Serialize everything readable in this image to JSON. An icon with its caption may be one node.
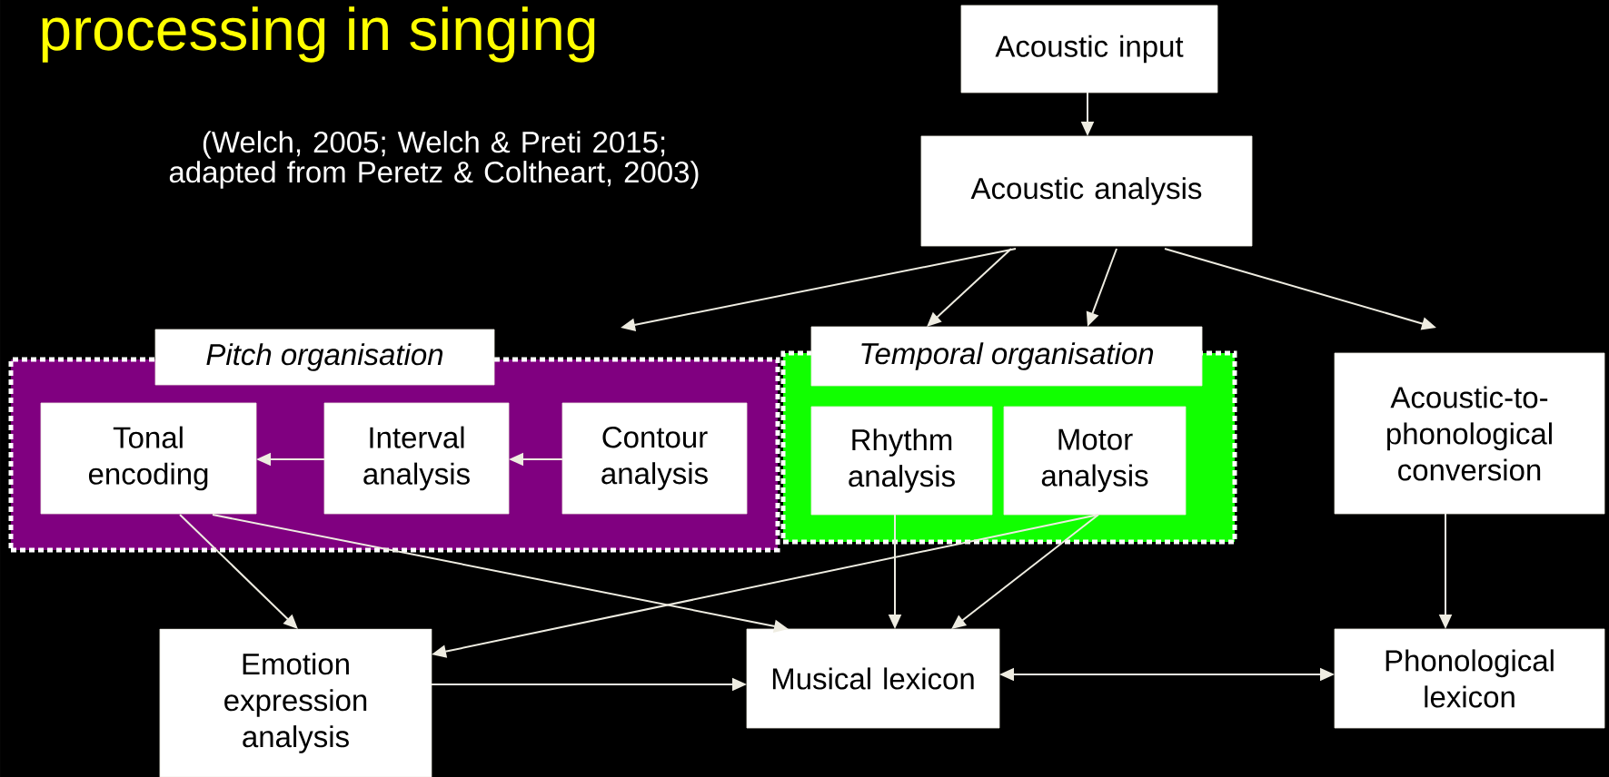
{
  "diagram": {
    "title": "processing in singing",
    "nodes": [
      {
        "text": [
          "Acoustic input"
        ]
      },
      {
        "text": [
          "Acoustic analysis"
        ]
      },
      {
        "text": [
          "Pitch organisation"
        ]
      },
      {
        "text": [
          "Tonal encoding"
        ],
        "in": 2
      },
      {
        "text": [
          "Interval analysis"
        ],
        "in": 2
      },
      {
        "text": [
          "Contour analysis"
        ],
        "in": 2
      },
      {
        "text": [
          "Temporal organisation"
        ]
      },
      {
        "text": [
          "Rhythm analysis"
        ],
        "in": 6
      },
      {
        "text": [
          "Motor analysis"
        ],
        "in": 6
      },
      {
        "text": [
          "Acoustic-to-phonological conversion"
        ]
      },
      {
        "text": [
          "Emotion expression analysis"
        ]
      },
      {
        "text": [
          "Musical lexicon"
        ]
      },
      {
        "text": [
          "Phonological lexicon"
        ]
      }
    ],
    "edges": [
      {
        "from": 0,
        "to": 1,
        "arrow": "to"
      },
      {
        "from": 1,
        "to": 2,
        "arrow": "to"
      },
      {
        "from": 1,
        "to": 6,
        "arrow": "to"
      },
      {
        "from": 1,
        "to": 6,
        "arrow": "to"
      },
      {
        "from": 1,
        "to": 9,
        "arrow": "to"
      },
      {
        "from": 5,
        "to": 4,
        "arrow": "to"
      },
      {
        "from": 4,
        "to": 3,
        "arrow": "to"
      },
      {
        "from": 3,
        "to": 10,
        "arrow": "to"
      },
      {
        "from": 3,
        "to": 11,
        "arrow": "to"
      },
      {
        "from": 8,
        "to": 10,
        "arrow": "to"
      },
      {
        "from": 7,
        "to": 11,
        "arrow": "to"
      },
      {
        "from": 8,
        "to": 11,
        "arrow": "to"
      },
      {
        "from": 10,
        "to": 11,
        "arrow": "to"
      },
      {
        "from": 11,
        "to": 12,
        "arrow": "both"
      },
      {
        "from": 9,
        "to": 12,
        "arrow": "to"
      }
    ],
    "labels": [
      "(Welch, 2005; Welch & Preti 2015; adapted from Peretz & Coltheart, 2003)"
    ]
  }
}
